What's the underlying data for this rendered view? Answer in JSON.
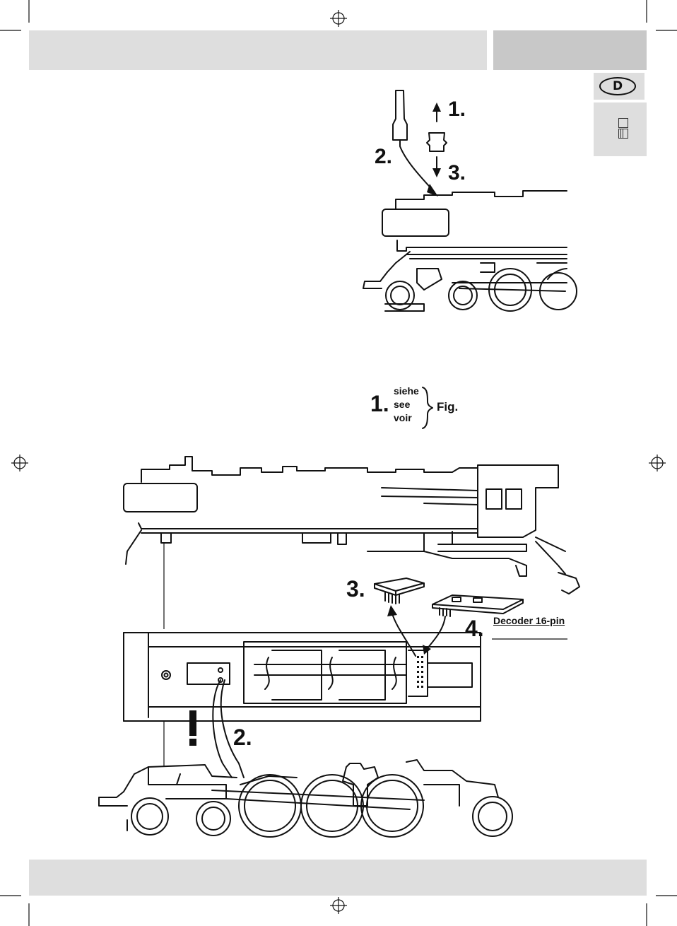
{
  "header": {
    "left_bar": "",
    "right_tab": ""
  },
  "language": {
    "current": "D"
  },
  "top_figure": {
    "steps": {
      "s1": "1.",
      "s2": "2.",
      "s3": "3."
    }
  },
  "reference": {
    "step": "1.",
    "words": [
      "siehe",
      "see",
      "voir"
    ],
    "fig_label": "Fig."
  },
  "main_figure": {
    "steps": {
      "s2": "2.",
      "s3": "3.",
      "s4": "4."
    },
    "warning": "!",
    "decoder_label": "Decoder 16-pin"
  }
}
